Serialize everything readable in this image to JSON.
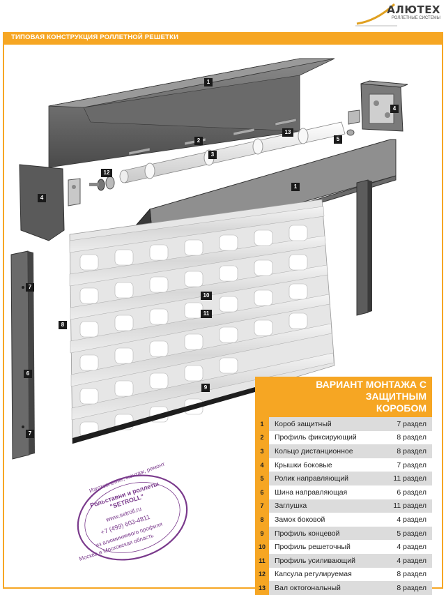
{
  "brand": {
    "name": "АЛЮТЕХ",
    "subtitle": "РОЛЛЕТНЫЕ СИСТЕМЫ"
  },
  "header": {
    "title": "ТИПОВАЯ КОНСТРУКЦИЯ РОЛЛЕТНОЙ РЕШЕТКИ"
  },
  "callouts": [
    "1",
    "2",
    "3",
    "4",
    "13",
    "5",
    "12",
    "4",
    "1",
    "7",
    "8",
    "10",
    "11",
    "6",
    "9",
    "7"
  ],
  "legend": {
    "title_line1": "ВАРИАНТ МОНТАЖА С ЗАЩИТНЫМ",
    "title_line2": "КОРОБОМ",
    "rows": [
      {
        "num": "1",
        "name": "Короб защитный",
        "section": "7 раздел"
      },
      {
        "num": "2",
        "name": "Профиль фиксирующий",
        "section": "8 раздел"
      },
      {
        "num": "3",
        "name": "Кольцо дистанционное",
        "section": "8 раздел"
      },
      {
        "num": "4",
        "name": "Крышки боковые",
        "section": "7 раздел"
      },
      {
        "num": "5",
        "name": "Ролик направляющий",
        "section": "11 раздел"
      },
      {
        "num": "6",
        "name": "Шина направляющая",
        "section": "6 раздел"
      },
      {
        "num": "7",
        "name": "Заглушка",
        "section": "11 раздел"
      },
      {
        "num": "8",
        "name": "Замок боковой",
        "section": "4 раздел"
      },
      {
        "num": "9",
        "name": "Профиль концевой",
        "section": "5 раздел"
      },
      {
        "num": "10",
        "name": "Профиль решеточный",
        "section": "4 раздел"
      },
      {
        "num": "11",
        "name": "Профиль усиливающий",
        "section": "4 раздел"
      },
      {
        "num": "12",
        "name": "Капсула регулируемая",
        "section": "8 раздел"
      },
      {
        "num": "13",
        "name": "Вал октогональный",
        "section": "8 раздел"
      }
    ]
  },
  "stamp": {
    "line1": "Изготовление, монтаж, ремонт",
    "line2": "Рольставни и роллеты",
    "line3": "\"SETROLL\"",
    "line4": "www.setroll.ru",
    "line5": "+7 (499) 603-4811",
    "line6": "из алюминиевого профиля",
    "line7": "Москва и Московская область"
  },
  "colors": {
    "accent": "#f6a623",
    "dark": "#1a1a1a",
    "stamp": "#7a3a8c"
  }
}
